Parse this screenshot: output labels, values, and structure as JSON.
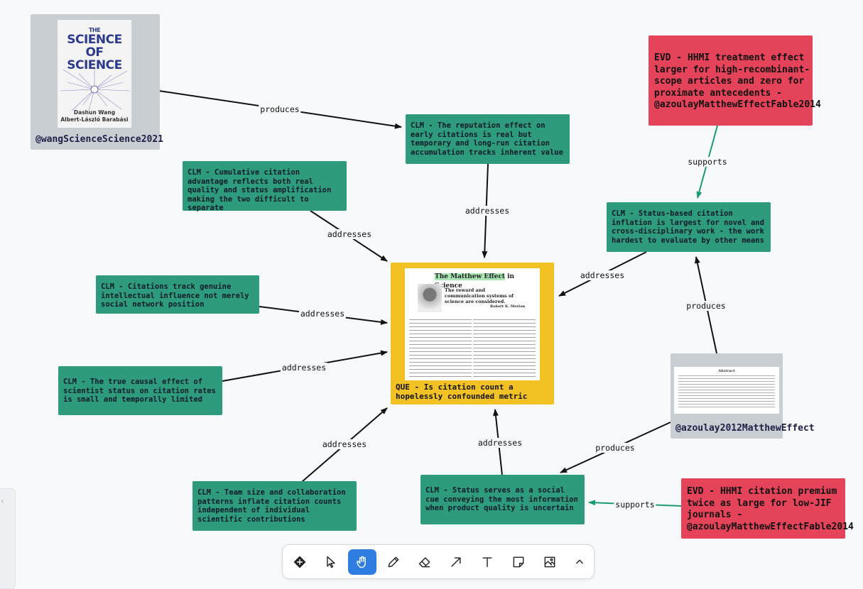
{
  "sources": {
    "wang": {
      "label": "@wangScienceScience2021",
      "cover_the": "THE",
      "cover_title": [
        "SCIENCE",
        "OF",
        "SCIENCE"
      ],
      "cover_authors": [
        "Dashun Wang",
        "Albert-László Barabási"
      ]
    },
    "azoulay": {
      "label": "@azoulay2012MatthewEffect",
      "thumb_heading": "Abstract"
    }
  },
  "question": {
    "text": "QUE - Is citation count a hopelessly confounded metric",
    "paper_title_hl": "The Matthew Effect",
    "paper_title_rest": " in Science",
    "paper_subtitle": "The reward and communication systems of science are considered.",
    "paper_author": "Robert K. Merton"
  },
  "claims": {
    "reputation": "CLM - The reputation effect on early citations is real but temporary and long-run citation accumulation tracks inherent value",
    "cumulative": "CLM - Cumulative citation advantage reflects both real quality and status amplification making the two difficult to separate",
    "genuine": "CLM - Citations track genuine intellectual influence not merely social network position",
    "causal": "CLM - The true causal effect of scientist status on citation rates is small and temporally limited",
    "team": "CLM - Team size and collaboration patterns inflate citation counts independent of individual scientific contributions",
    "social_cue": "CLM - Status serves as a social cue conveying the most information when product quality is uncertain",
    "inflation": "CLM - Status-based citation inflation is largest for novel and cross-disciplinary work - the work hardest to evaluate by other means"
  },
  "evidence": {
    "hhmi_treatment": "EVD - HHMI treatment effect\nlarger for high-recombinant-\nscope articles and zero for\nproximate antecedents -\n@azoulayMatthewEffectFable2014",
    "hhmi_premium": "EVD - HHMI citation premium\ntwice as large for low-JIF\njournals -\n@azoulayMatthewEffectFable2014"
  },
  "edge_labels": {
    "produces": "produces",
    "addresses": "addresses",
    "supports": "supports"
  },
  "toolbar": {
    "tools": [
      "select-tool",
      "pointer",
      "hand",
      "pencil",
      "eraser",
      "arrow",
      "text",
      "note",
      "image",
      "more"
    ],
    "active": "hand"
  },
  "colors": {
    "claim": "#2e9b7c",
    "evidence": "#e5435a",
    "question": "#f2c224",
    "source": "#c9ced3",
    "accent": "#2f7de1"
  }
}
